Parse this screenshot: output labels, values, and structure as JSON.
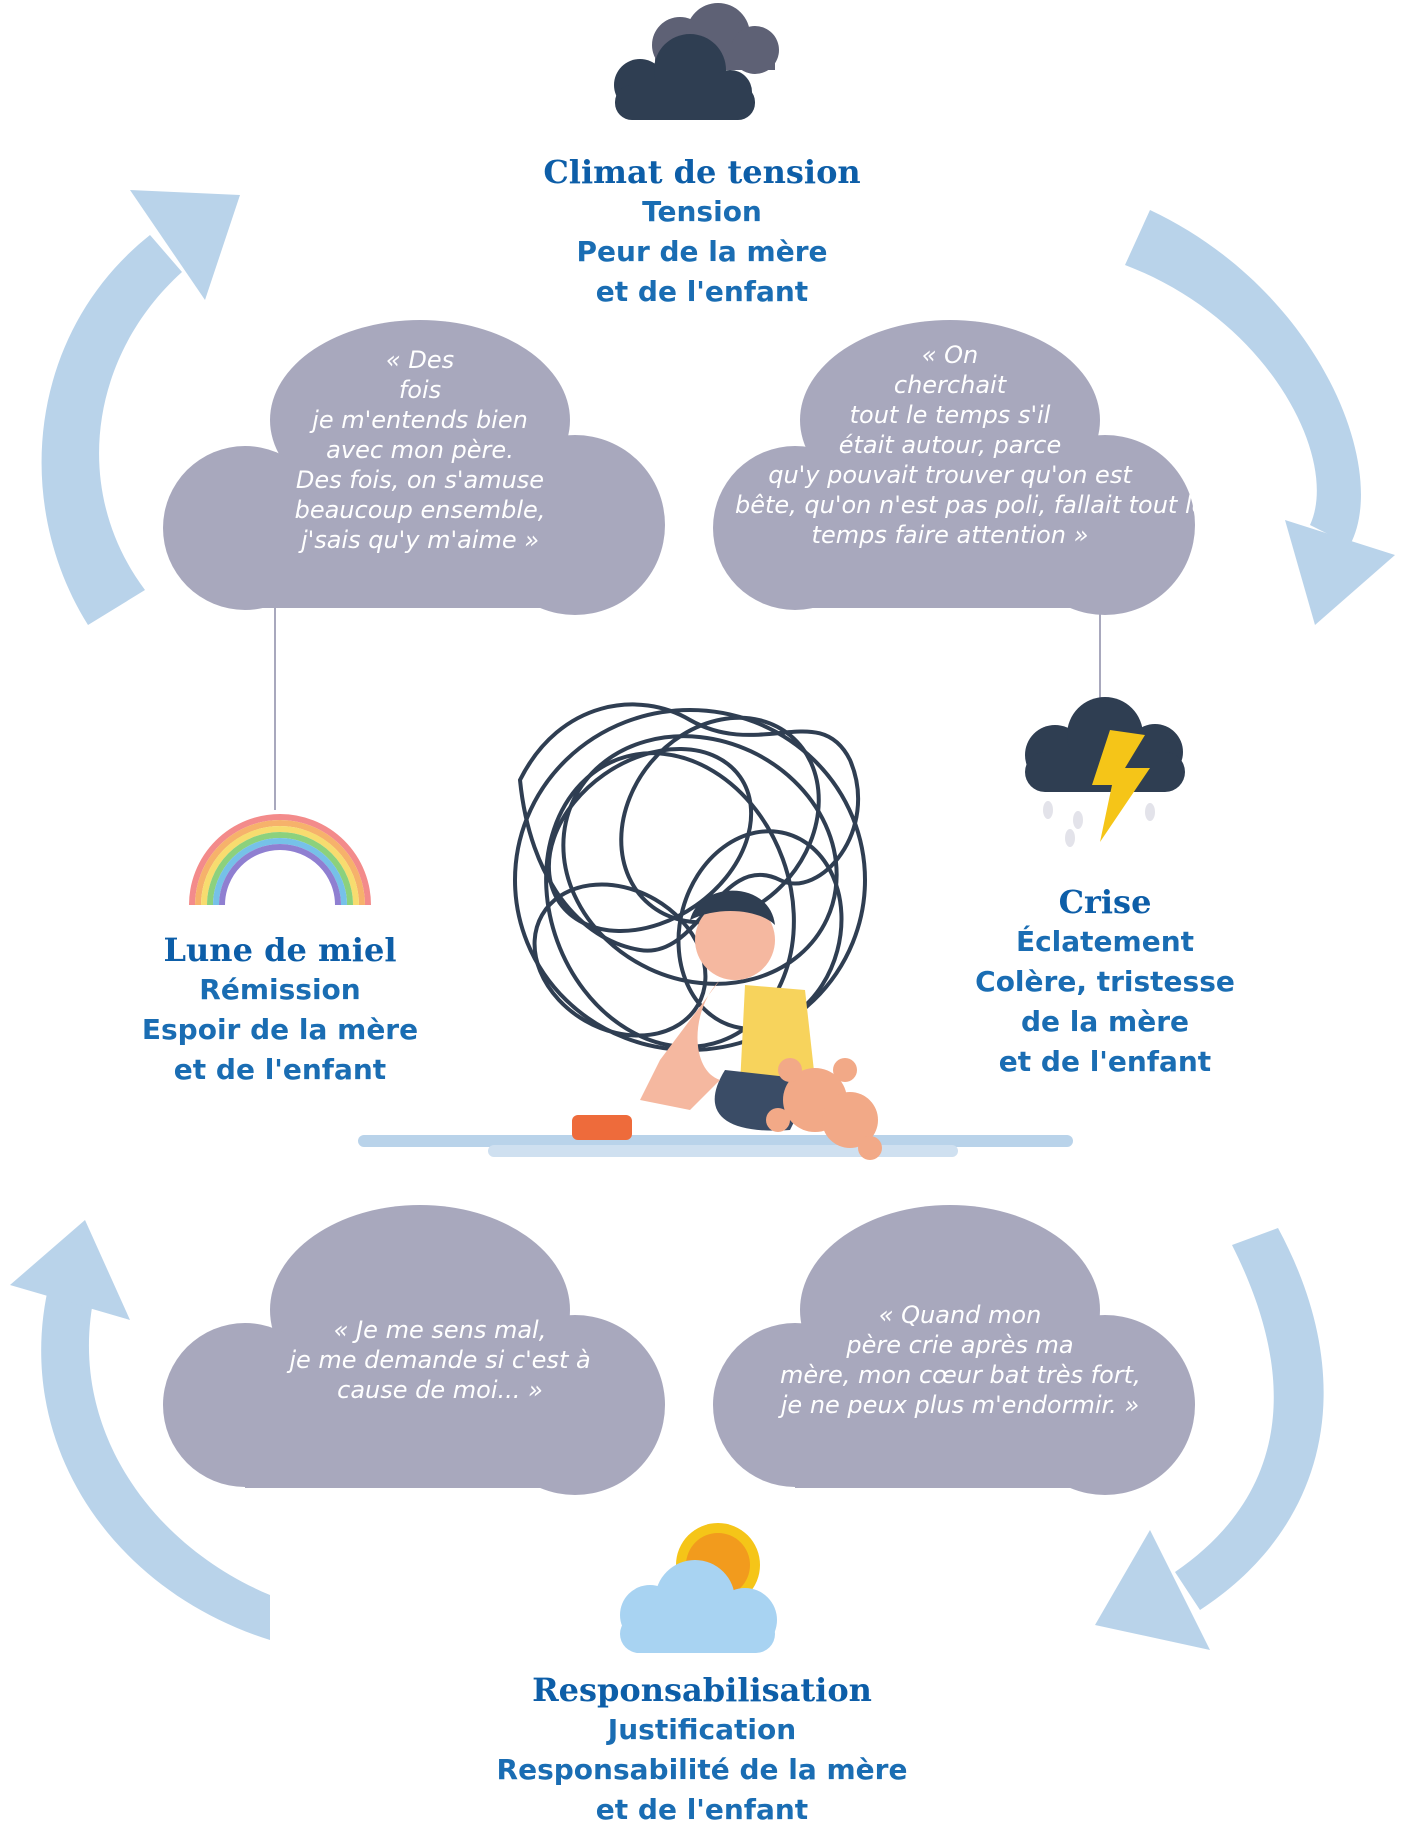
{
  "stages": {
    "tension": {
      "title": "Climat de tension",
      "lines": [
        "Tension",
        "Peur de la mère",
        "et de l'enfant"
      ]
    },
    "crise": {
      "title": "Crise",
      "lines": [
        "Éclatement",
        "Colère, tristesse",
        "de la mère",
        "et de l'enfant"
      ]
    },
    "responsabilisation": {
      "title": "Responsabilisation",
      "lines": [
        "Justification",
        "Responsabilité de la mère",
        "et de l'enfant"
      ]
    },
    "lune": {
      "title": "Lune de miel",
      "lines": [
        "Rémission",
        "Espoir de la mère",
        "et de l'enfant"
      ]
    }
  },
  "quotes": {
    "top_left": [
      "« Des",
      "fois",
      "je m'entends bien",
      "avec mon père.",
      "Des fois, on s'amuse",
      "beaucoup ensemble,",
      "j'sais qu'y m'aime »"
    ],
    "top_right": [
      "« On",
      "cherchait",
      "tout le temps s'il",
      "était autour, parce",
      "qu'y pouvait trouver qu'on est",
      "bête, qu'on n'est pas poli, fallait tout le",
      "temps faire attention »"
    ],
    "bottom_left": [
      "« Je me sens mal,",
      "je me demande si c'est à",
      "cause de moi... »"
    ],
    "bottom_right": [
      "« Quand mon",
      "père crie après ma",
      "mère, mon cœur bat très fort,",
      "je ne peux plus m'endormir. »"
    ]
  },
  "colors": {
    "arrow": "#b9d3ea",
    "quote_cloud": "#a8a8bd",
    "storm_cloud": "#2f3e52",
    "stage_title": "#0d5ea8",
    "stage_text": "#1a6db3"
  }
}
